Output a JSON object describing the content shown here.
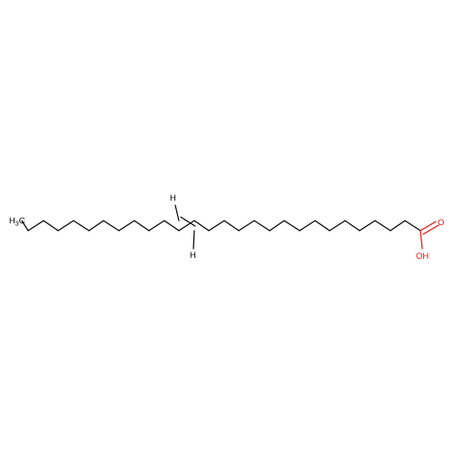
{
  "molecule": {
    "labels": {
      "methyl": "H",
      "methyl_sub": "3",
      "methyl_c": "C",
      "h_upper": "H",
      "h_lower": "H",
      "carbonyl_o": "O",
      "hydroxyl": "OH"
    },
    "colors": {
      "bond": "#000000",
      "oxygen": "#e8120b",
      "hydrogen": "#000000"
    }
  }
}
